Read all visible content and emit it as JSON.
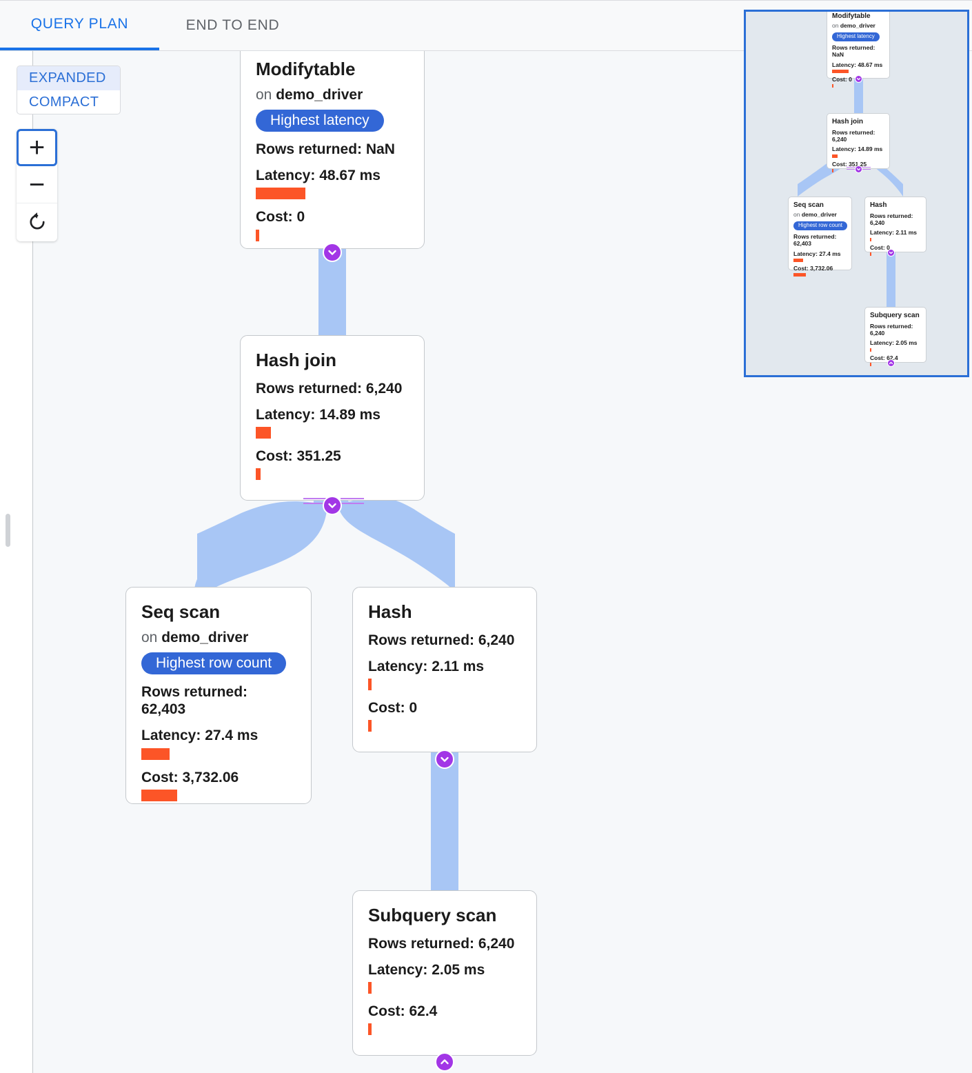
{
  "tabs": [
    {
      "label": "QUERY PLAN",
      "active": true
    },
    {
      "label": "END TO END",
      "active": false
    }
  ],
  "controls": {
    "layout": {
      "expanded_label": "EXPANDED",
      "compact_label": "COMPACT",
      "selected": "EXPANDED"
    },
    "zoom": {
      "zoom_in_label": "+",
      "zoom_out_label": "−",
      "reset_label": "reset-icon"
    }
  },
  "colors": {
    "accent_blue": "#1a73e8",
    "badge_blue": "#3367d6",
    "bar_orange": "#fc5527",
    "edge_blue": "#a8c6f5",
    "toggle_purple": "#a236e6",
    "minimap_border": "#2b6fd6",
    "minimap_bg": "#e2e8ee",
    "canvas_bg": "#f6f8fa"
  },
  "labels": {
    "rows_returned": "Rows returned:",
    "latency": "Latency:",
    "cost": "Cost:",
    "on_prefix": "on"
  },
  "graph": {
    "nodes": [
      {
        "id": "modifytable",
        "title": "Modifytable",
        "relation": "demo_driver",
        "on_text": "on demo_driver",
        "badge": "Highest latency",
        "rows_returned": "Rows returned: NaN",
        "latency": "Latency: 48.67 ms",
        "latency_bar_width": 72,
        "cost": "Cost: 0",
        "cost_bar_width": 5,
        "toggle": "chevron-down"
      },
      {
        "id": "hashjoin",
        "title": "Hash join",
        "on_text": "",
        "badge": "",
        "rows_returned": "Rows returned: 6,240",
        "latency": "Latency: 14.89 ms",
        "latency_bar_width": 22,
        "cost": "Cost: 351.25",
        "cost_bar_width": 7,
        "toggle": "chevron-down"
      },
      {
        "id": "seqscan",
        "title": "Seq scan",
        "relation": "demo_driver",
        "on_text": "on demo_driver",
        "badge": "Highest row count",
        "rows_returned": "Rows returned: 62,403",
        "latency": "Latency: 27.4 ms",
        "latency_bar_width": 41,
        "cost": "Cost: 3,732.06",
        "cost_bar_width": 52,
        "toggle": ""
      },
      {
        "id": "hash",
        "title": "Hash",
        "on_text": "",
        "badge": "",
        "rows_returned": "Rows returned: 6,240",
        "latency": "Latency: 2.11 ms",
        "latency_bar_width": 5,
        "cost": "Cost: 0",
        "cost_bar_width": 5,
        "toggle": "chevron-down"
      },
      {
        "id": "subqueryscan",
        "title": "Subquery scan",
        "on_text": "",
        "badge": "",
        "rows_returned": "Rows returned: 6,240",
        "latency": "Latency: 2.05 ms",
        "latency_bar_width": 5,
        "cost": "Cost: 62.4",
        "cost_bar_width": 5,
        "toggle": "chevron-up"
      }
    ],
    "edges": [
      {
        "from": "modifytable",
        "to": "hashjoin"
      },
      {
        "from": "hashjoin",
        "to": "seqscan"
      },
      {
        "from": "hashjoin",
        "to": "hash"
      },
      {
        "from": "hash",
        "to": "subqueryscan"
      }
    ]
  },
  "minimap": {
    "name": "minimap-overview"
  }
}
